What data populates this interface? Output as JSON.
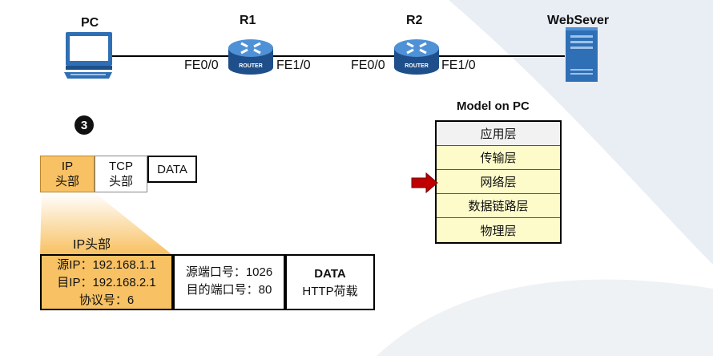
{
  "topology": {
    "pc_label": "PC",
    "r1_label": "R1",
    "r2_label": "R2",
    "server_label": "WebSever",
    "r1_port_left": "FE0/0",
    "r1_port_right": "FE1/0",
    "r2_port_left": "FE0/0",
    "r2_port_right": "FE1/0",
    "router_text": "ROUTER"
  },
  "step": {
    "number": "3"
  },
  "packet": {
    "ip_line1": "IP",
    "ip_line2": "头部",
    "tcp_line1": "TCP",
    "tcp_line2": "头部",
    "data": "DATA"
  },
  "ip_header": {
    "title": "IP头部",
    "src": "源IP：192.168.1.1",
    "dst": "目IP：192.168.2.1",
    "protocol": "协议号：6"
  },
  "tcp_header": {
    "src_port": "源端口号：1026",
    "dst_port": "目的端口号：80"
  },
  "data_block": {
    "title": "DATA",
    "subtitle": "HTTP荷载"
  },
  "model": {
    "title": "Model on PC",
    "layers": [
      "应用层",
      "传输层",
      "网络层",
      "数据链路层",
      "物理层"
    ],
    "active_layer_index": 2
  },
  "colors": {
    "ip_header": "#f8c163",
    "layer_fill": "#fdfbc9",
    "arrow": "#c00000",
    "router": "#2f6fb5"
  }
}
